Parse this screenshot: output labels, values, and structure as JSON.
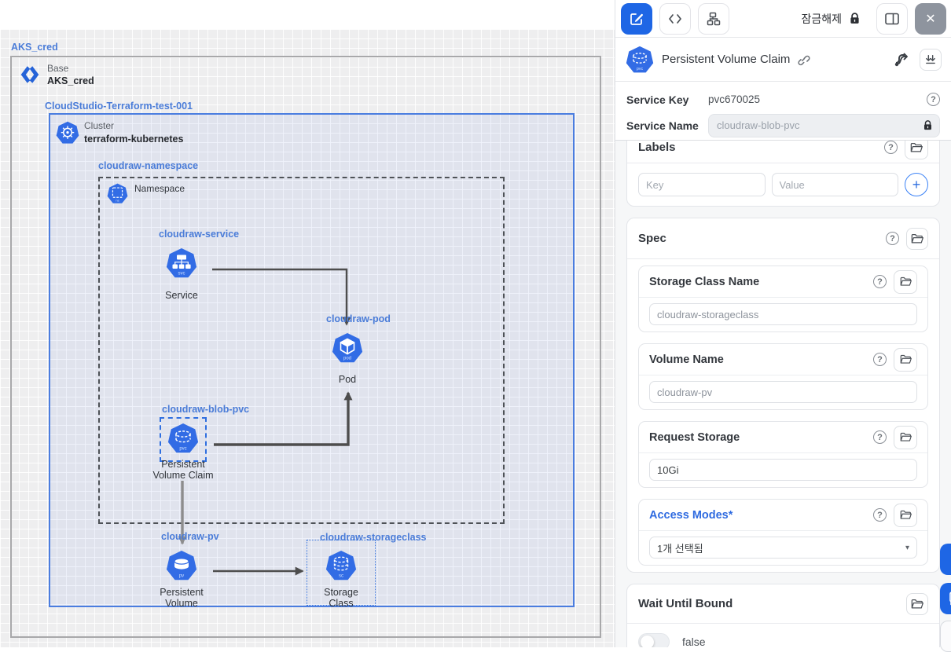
{
  "icons": {
    "close": "✕",
    "help": "?",
    "plus": "+",
    "caret": "▾",
    "code": "</>"
  },
  "canvas": {
    "base_label": "AKS_cred",
    "base_type": "Base",
    "base_name": "AKS_cred",
    "project_label": "CloudStudio-Terraform-test-001",
    "cluster_type": "Cluster",
    "cluster_name": "terraform-kubernetes",
    "namespace_label": "cloudraw-namespace",
    "namespace_type": "Namespace",
    "service": {
      "label": "cloudraw-service",
      "name": "Service",
      "badge": "svc"
    },
    "pod": {
      "label": "cloudraw-pod",
      "name": "Pod",
      "badge": "pod"
    },
    "pvc": {
      "label": "cloudraw-blob-pvc",
      "name1": "Persistent",
      "name2": "Volume Claim",
      "badge": "pvc"
    },
    "pv": {
      "label": "cloudraw-pv",
      "name1": "Persistent",
      "name2": "Volume",
      "badge": "pv"
    },
    "sc": {
      "label": "cloudraw-storageclass",
      "name1": "Storage",
      "name2": "Class",
      "badge": "sc"
    }
  },
  "panel": {
    "toolbar": {
      "lock_label": "잠금해제"
    },
    "header": {
      "title": "Persistent Volume Claim"
    },
    "service_key": {
      "label": "Service Key",
      "value": "pvc670025"
    },
    "service_name": {
      "label": "Service Name",
      "placeholder": "cloudraw-blob-pvc"
    },
    "labels": {
      "title": "Labels",
      "key_placeholder": "Key",
      "value_placeholder": "Value"
    },
    "spec": {
      "title": "Spec",
      "storage_class_name": {
        "label": "Storage Class Name",
        "value": "cloudraw-storageclass"
      },
      "volume_name": {
        "label": "Volume Name",
        "value": "cloudraw-pv"
      },
      "request_storage": {
        "label": "Request Storage",
        "value": "10Gi"
      },
      "access_modes": {
        "label": "Access Modes*",
        "value": "1개 선택됨"
      }
    },
    "wait_until_bound": {
      "title": "Wait Until Bound",
      "value_label": "false"
    }
  }
}
